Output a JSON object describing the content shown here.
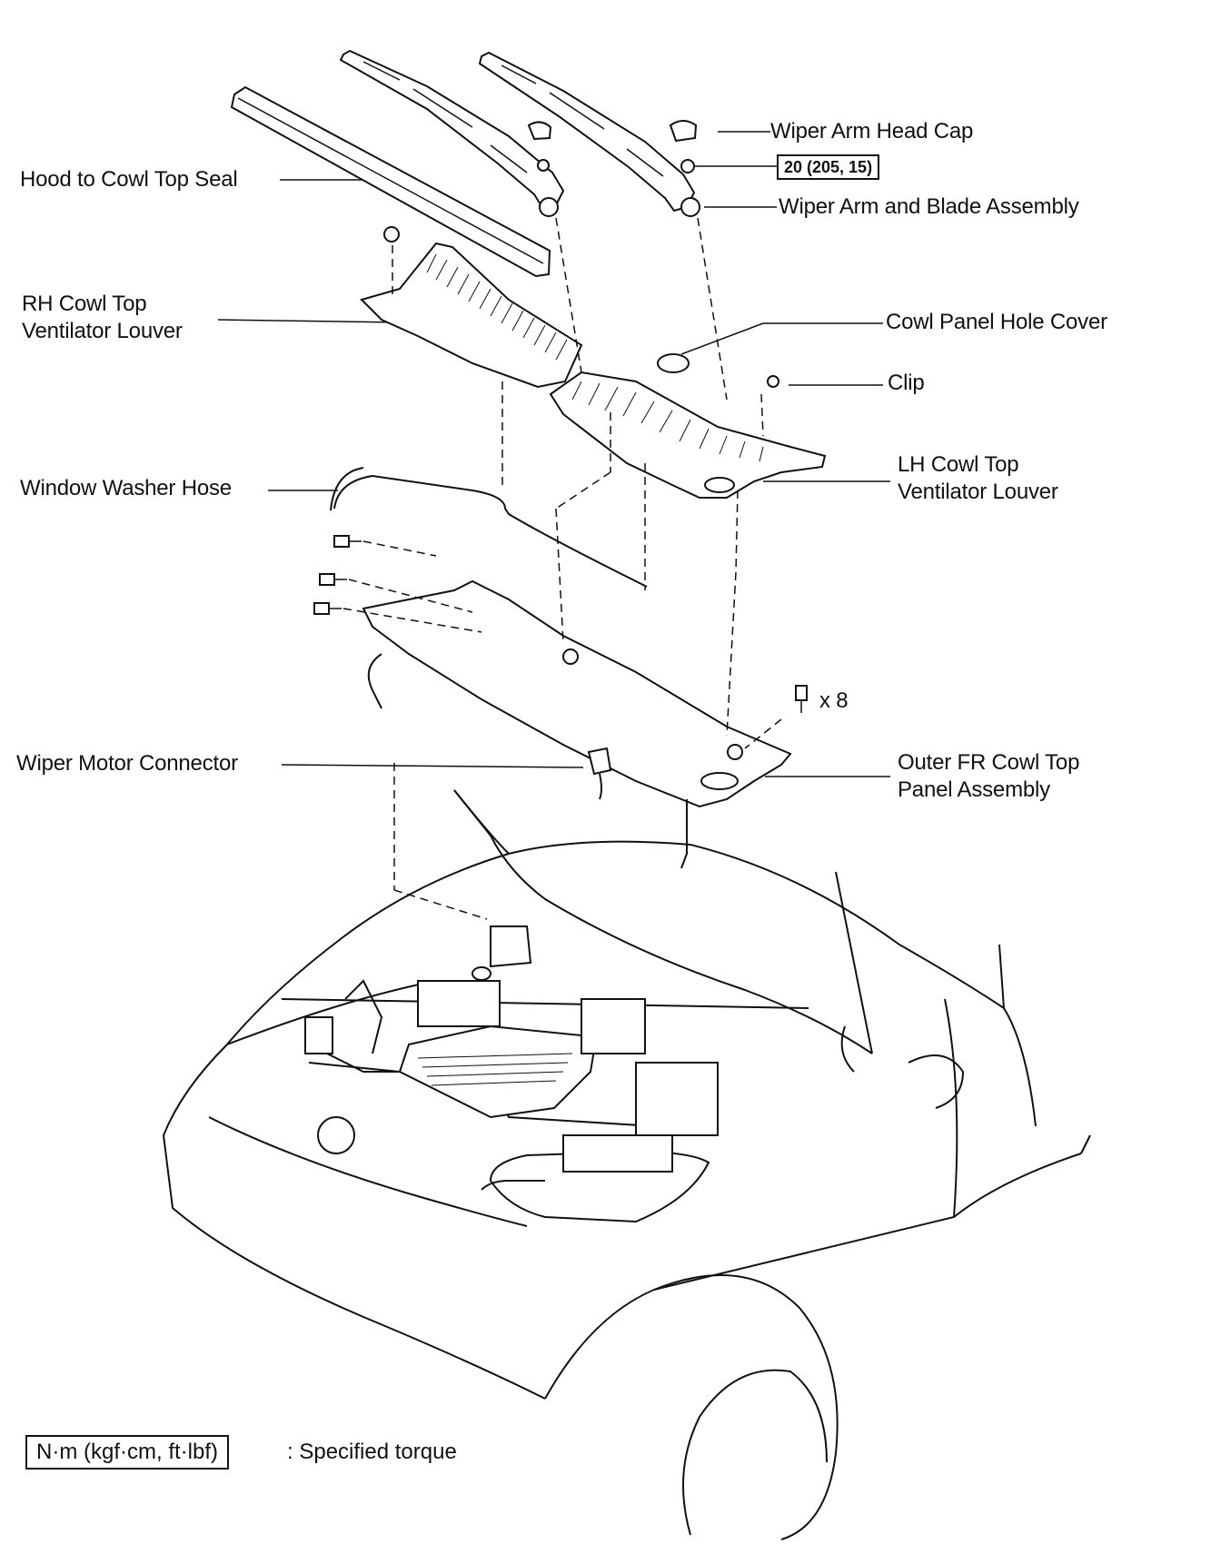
{
  "labels": {
    "wiper_arm_head_cap": "Wiper Arm Head Cap",
    "torque_spec": "20 (205, 15)",
    "wiper_arm_blade": "Wiper Arm and Blade Assembly",
    "hood_cowl_seal": "Hood to Cowl Top Seal",
    "rh_louver_line1": "RH Cowl Top",
    "rh_louver_line2": "Ventilator Louver",
    "cowl_hole_cover": "Cowl Panel Hole Cover",
    "clip": "Clip",
    "lh_louver_line1": "LH Cowl Top",
    "lh_louver_line2": "Ventilator Louver",
    "washer_hose": "Window Washer Hose",
    "bolt_count": "x 8",
    "wiper_motor_connector": "Wiper Motor Connector",
    "outer_panel_line1": "Outer FR Cowl Top",
    "outer_panel_line2": "Panel Assembly"
  },
  "legend": {
    "unit_box": "N·m (kgf·cm, ft·lbf)",
    "description": ": Specified torque"
  },
  "colors": {
    "line": "#111111",
    "background": "#ffffff"
  }
}
